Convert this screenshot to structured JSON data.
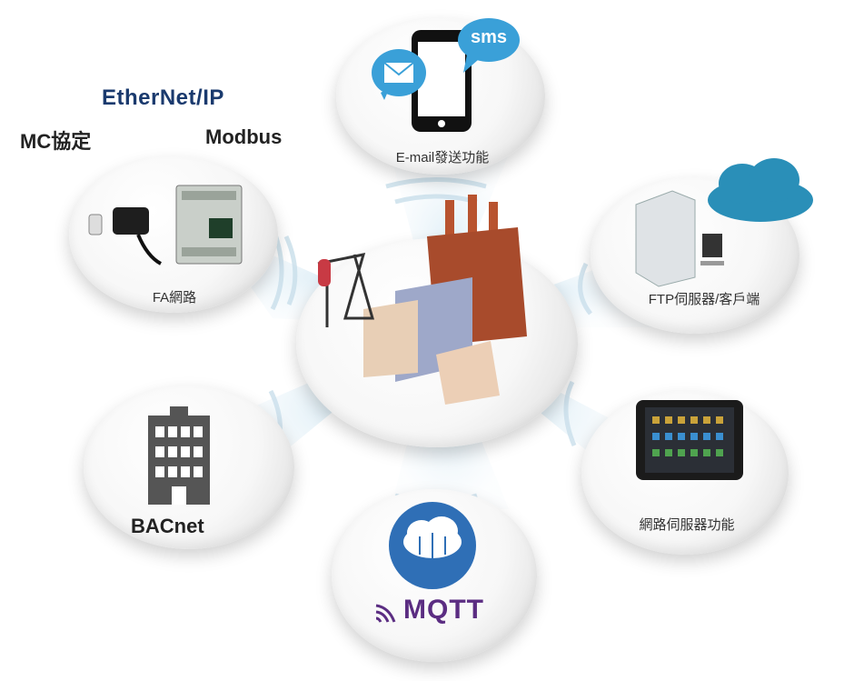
{
  "protocols": {
    "ethernet_ip": "EtherNet/IP",
    "mc": "MC協定",
    "modbus": "Modbus"
  },
  "nodes": {
    "email": "E-mail發送功能",
    "sms": "sms",
    "fa": "FA網路",
    "ftp": "FTP伺服器/客戶端",
    "bacnet": "BACnet",
    "mqtt": "MQTT",
    "web": "網路伺服器功能"
  },
  "colors": {
    "glow": "#d6ecf6",
    "mqtt_blue": "#2f6fb6",
    "mqtt_purple": "#5b2d82",
    "ethernet_navy": "#1a3a6e",
    "cloud": "#2a8fb8",
    "sms_bubble": "#3aa0d8",
    "building": "#555555"
  },
  "icons": [
    "factory-icon",
    "phone-icon",
    "envelope-icon",
    "sms-bubble-icon",
    "sensor-icon",
    "plc-icon",
    "server-rack-icon",
    "cloud-icon",
    "building-icon",
    "mqtt-cloud-icon",
    "tablet-icon"
  ]
}
